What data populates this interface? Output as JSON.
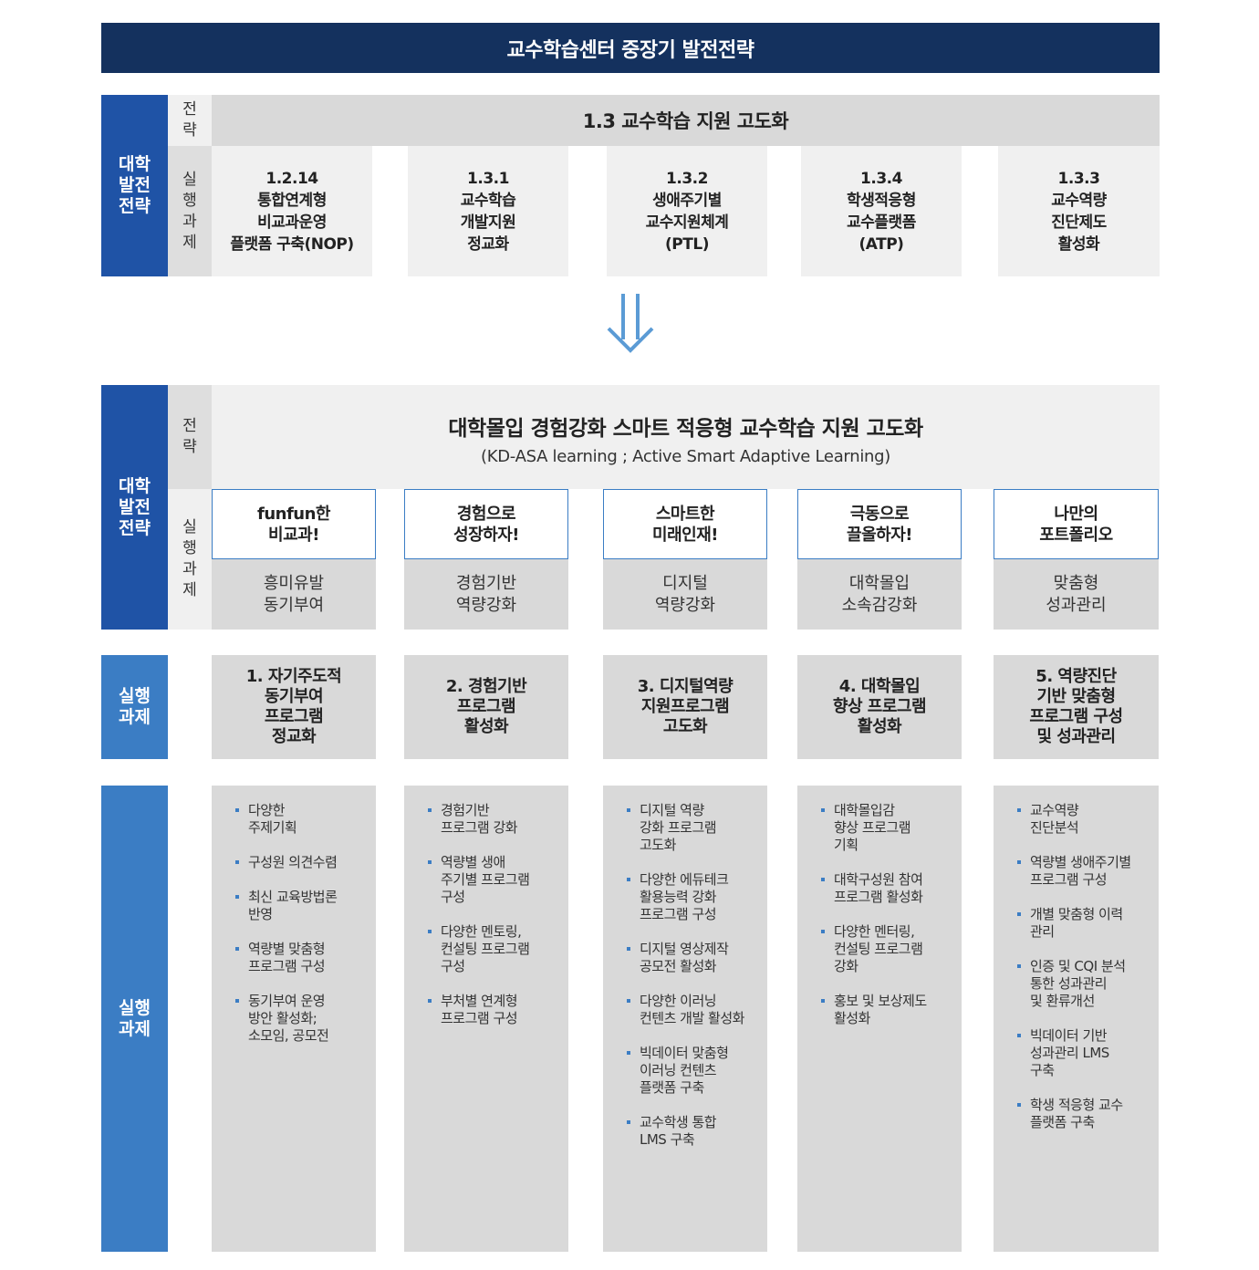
{
  "title": "교수학습센터 중장기 발전전략",
  "upper": {
    "side_label": "대학\n발전\n전략",
    "strategy_label": "전\n략",
    "task_label": "실\n행\n과\n제",
    "strategy": "1.3 교수학습 지원 고도화",
    "tasks": [
      "1.2.14\n통합연계형\n비교과운영\n플랫폼 구축(NOP)",
      "1.3.1\n교수학습\n개발지원\n정교화",
      "1.3.2\n생애주기별\n교수지원체계\n(PTL)",
      "1.3.4\n학생적응형\n교수플랫폼\n(ATP)",
      "1.3.3\n교수역량\n진단제도\n활성화"
    ]
  },
  "arrow_icon": "double-down-arrow-icon",
  "lower": {
    "side_label": "대학\n발전\n전략",
    "strategy_label": "전\n략",
    "task_label": "실\n행\n과\n제",
    "strategy_title": "대학몰입 경험강화 스마트 적응형 교수학습 지원 고도화",
    "strategy_subtitle": "(KD-ASA learning ; Active Smart Adaptive Learning)",
    "columns": [
      {
        "head": "funfun한\n비교과!",
        "sub": "흥미유발\n동기부여"
      },
      {
        "head": "경험으로\n성장하자!",
        "sub": "경험기반\n역량강화"
      },
      {
        "head": "스마트한\n미래인재!",
        "sub": "디지털\n역량강화"
      },
      {
        "head": "극동으로\n끌올하자!",
        "sub": "대학몰입\n소속감강화"
      },
      {
        "head": "나만의\n포트폴리오",
        "sub": "맞춤형\n성과관리"
      }
    ]
  },
  "execution": {
    "side_label": "실행\n과제",
    "tasks": [
      "1. 자기주도적\n동기부여\n프로그램\n정교화",
      "2. 경험기반\n프로그램\n활성화",
      "3. 디지털역량\n지원프로그램\n고도화",
      "4. 대학몰입\n향상 프로그램\n활성화",
      "5. 역량진단\n기반 맞춤형\n프로그램 구성\n및 성과관리"
    ]
  },
  "details": {
    "side_label": "실행\n과제",
    "lists": [
      [
        "다양한\n주제기획",
        "구성원 의견수렴",
        "최신 교육방법론\n반영",
        "역량별 맞춤형\n프로그램 구성",
        "동기부여 운영\n방안 활성화;\n소모임, 공모전"
      ],
      [
        "경험기반\n프로그램 강화",
        "역량별 생애\n주기별 프로그램\n구성",
        "다양한 멘토링,\n컨설팅 프로그램\n구성",
        "부처별 연계형\n프로그램 구성"
      ],
      [
        "디지털 역량\n강화 프로그램\n고도화",
        "다양한 에듀테크\n활용능력 강화\n프로그램 구성",
        "디지털 영상제작\n공모전 활성화",
        "다양한 이러닝\n컨텐츠 개발 활성화",
        "빅데이터 맞춤형\n이러닝 컨텐츠\n플랫폼 구축",
        "교수학생 통합\nLMS 구축"
      ],
      [
        "대학몰입감\n향상 프로그램\n기획",
        "대학구성원 참여\n프로그램 활성화",
        "다양한 멘터링,\n컨설팅 프로그램\n강화",
        "홍보 및 보상제도\n활성화"
      ],
      [
        "교수역량\n진단분석",
        "역량별 생애주기별\n프로그램 구성",
        "개별 맞춤형 이력\n관리",
        "인증 및 CQI 분석\n통한 성과관리\n및 환류개선",
        "빅데이터 기반\n성과관리 LMS\n구축",
        "학생 적응형 교수\n플랫폼 구축"
      ]
    ]
  },
  "colors": {
    "title_bg": "#14315e",
    "side_dark": "#1f53a6",
    "side_mid": "#3b7dc4",
    "arrow": "#5b9bd5",
    "box_gray": "#d9d9d9",
    "box_light": "#f0f0f0"
  }
}
